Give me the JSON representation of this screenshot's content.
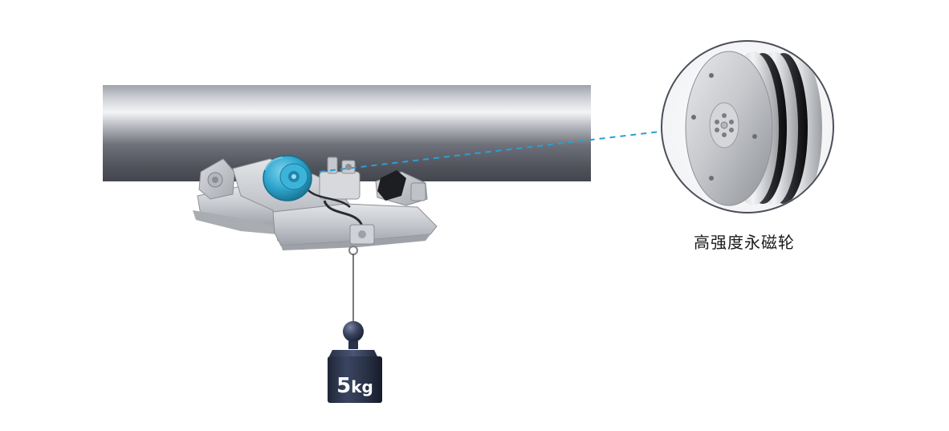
{
  "product_image": {
    "wheel_caption": "高强度永磁轮",
    "weight": {
      "number": "5",
      "unit": "kg"
    }
  },
  "colors": {
    "pipe_light": "#f4f5f7",
    "pipe_dark": "#4a4d55",
    "leader_line": "#2a9fd6",
    "motor_accent": "#2fa6cf",
    "weight_body": "#2a3248",
    "robot_body": "#cfd2d6"
  }
}
